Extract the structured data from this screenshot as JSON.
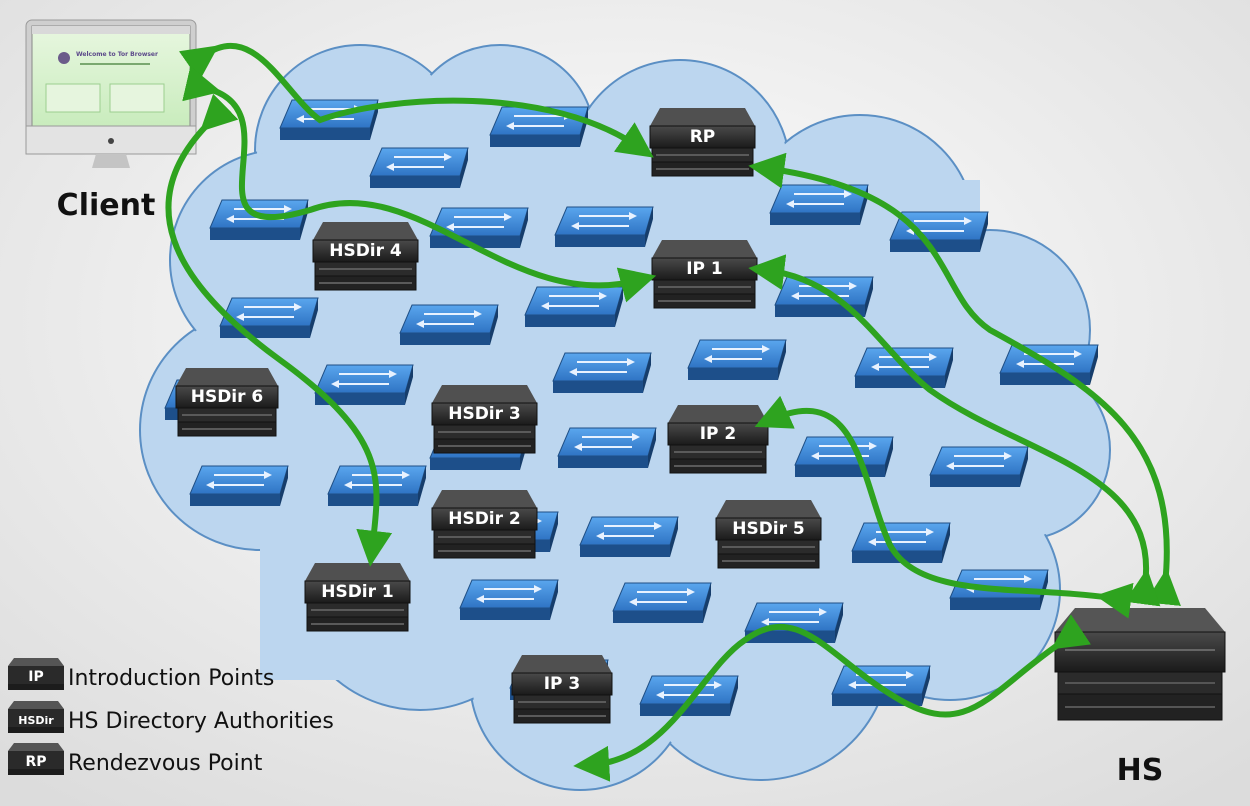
{
  "colors": {
    "cloud_fill": "#bcd6ef",
    "cloud_stroke": "#5b8fc4",
    "switch_top": "#3a87d6",
    "switch_side": "#1d4f8a",
    "server_body": "#2a2a2a",
    "arrow": "#2ea31f",
    "background": "#eeeeee"
  },
  "client": {
    "label": "Client"
  },
  "hidden_service": {
    "label": "HS"
  },
  "nodes": {
    "rp": "RP",
    "ip1": "IP 1",
    "ip2": "IP 2",
    "ip3": "IP 3",
    "hsdir1": "HSDir 1",
    "hsdir2": "HSDir 2",
    "hsdir3": "HSDir 3",
    "hsdir4": "HSDir 4",
    "hsdir5": "HSDir 5",
    "hsdir6": "HSDir 6"
  },
  "screen": {
    "heading": "Welcome to Tor Browser"
  },
  "legend": [
    {
      "badge": "IP",
      "text": "Introduction Points"
    },
    {
      "badge": "HSDir",
      "text": "HS Directory Authorities"
    },
    {
      "badge": "RP",
      "text": "Rendezvous Point"
    }
  ]
}
